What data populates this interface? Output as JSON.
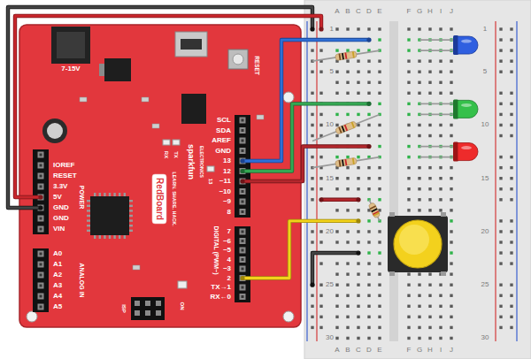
{
  "diagram": {
    "labels": [
      "7-15V",
      "RESET",
      "SCL",
      "SDA",
      "AREF",
      "GND",
      "13",
      "12",
      "~11",
      "~10",
      "~9",
      "8",
      "7",
      "~6",
      "~5",
      "4",
      "~3",
      "2",
      "TX→1",
      "RX←0",
      "DIGITAL (PWM~)",
      "IOREF",
      "RESET",
      "3.3V",
      "5V",
      "GND",
      "GND",
      "VIN",
      "POWER",
      "A0",
      "A1",
      "A2",
      "A3",
      "A4",
      "A5",
      "ANALOG IN",
      "sparkfun",
      "ELECTRONICS",
      "RedBoard",
      "LEARN. SHARE. HACK.",
      "RX",
      "TX",
      "13",
      "ISP",
      "ON",
      "A",
      "B",
      "C",
      "D",
      "E",
      "F",
      "G",
      "H",
      "I",
      "J",
      "1",
      "5",
      "10",
      "15",
      "20",
      "25",
      "30",
      "1",
      "5",
      "10",
      "15",
      "20",
      "25",
      "30",
      "A",
      "B",
      "C",
      "D",
      "E",
      "F",
      "G",
      "H",
      "I",
      "J"
    ]
  }
}
